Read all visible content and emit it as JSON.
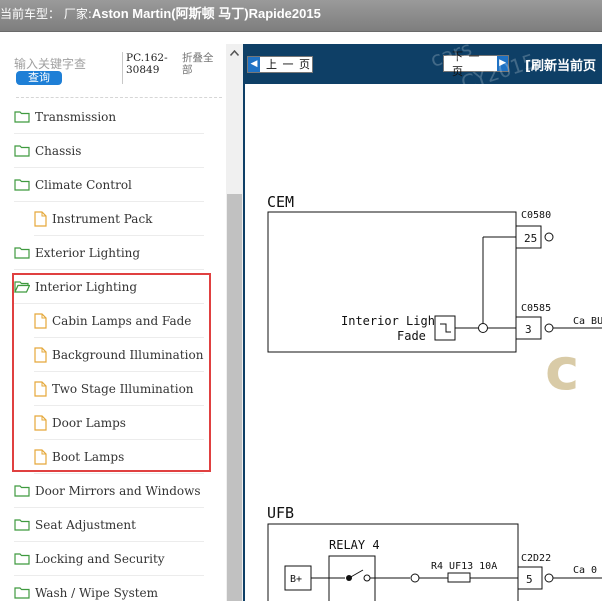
{
  "window": {
    "title_prefix": "当前车型：  厂家:",
    "title_brand": "Aston Martin(阿斯顿 马丁)Rapide2015"
  },
  "search": {
    "placeholder": "输入关键字查",
    "query_label": "查询",
    "code_line1": "PC.162-",
    "code_line2": "30849",
    "collapse_line1": "折叠全",
    "collapse_line2": "部"
  },
  "tree": {
    "items": [
      {
        "label": "Transmission",
        "type": "folder"
      },
      {
        "label": "Chassis",
        "type": "folder"
      },
      {
        "label": "Climate Control",
        "type": "folder"
      },
      {
        "label": "Instrument Pack",
        "type": "doc"
      },
      {
        "label": "Exterior Lighting",
        "type": "folder"
      },
      {
        "label": "Interior Lighting",
        "type": "folder-open"
      },
      {
        "label": "Cabin Lamps and Fade",
        "type": "doc"
      },
      {
        "label": "Background Illumination",
        "type": "doc"
      },
      {
        "label": "Two Stage Illumination",
        "type": "doc"
      },
      {
        "label": "Door Lamps",
        "type": "doc"
      },
      {
        "label": "Boot Lamps",
        "type": "doc"
      },
      {
        "label": "Door Mirrors and Windows",
        "type": "folder"
      },
      {
        "label": "Seat Adjustment",
        "type": "folder"
      },
      {
        "label": "Locking and Security",
        "type": "folder"
      },
      {
        "label": "Wash / Wipe System",
        "type": "folder"
      }
    ]
  },
  "viewer": {
    "prev_label": "上 一 页",
    "next_label": "下 一 页",
    "refresh_label": "[刷新当前页",
    "watermark_1": "cars",
    "watermark_2": "CY2015"
  },
  "diagram": {
    "cem_label": "CEM",
    "connector_1": "C0580",
    "pin_1": "25",
    "connector_2": "C0585",
    "pin_2": "3",
    "wire_label_1": "Ca BU",
    "interior_label": "Interior  Light",
    "fade_label": "Fade",
    "ufb_label": "UFB",
    "relay_label": "RELAY  4",
    "fuse_label": "R4  UF13  10A",
    "connector_3": "C2D22",
    "pin_3": "5",
    "wire_label_2": "Ca 0",
    "bplus_label": "B+",
    "logo_text": "c"
  },
  "colors": {
    "toolbar_bg": "#0e3f66",
    "highlight": "#e04040",
    "query_btn": "#1e7fd6",
    "folder_stroke": "#3f9a3f"
  }
}
